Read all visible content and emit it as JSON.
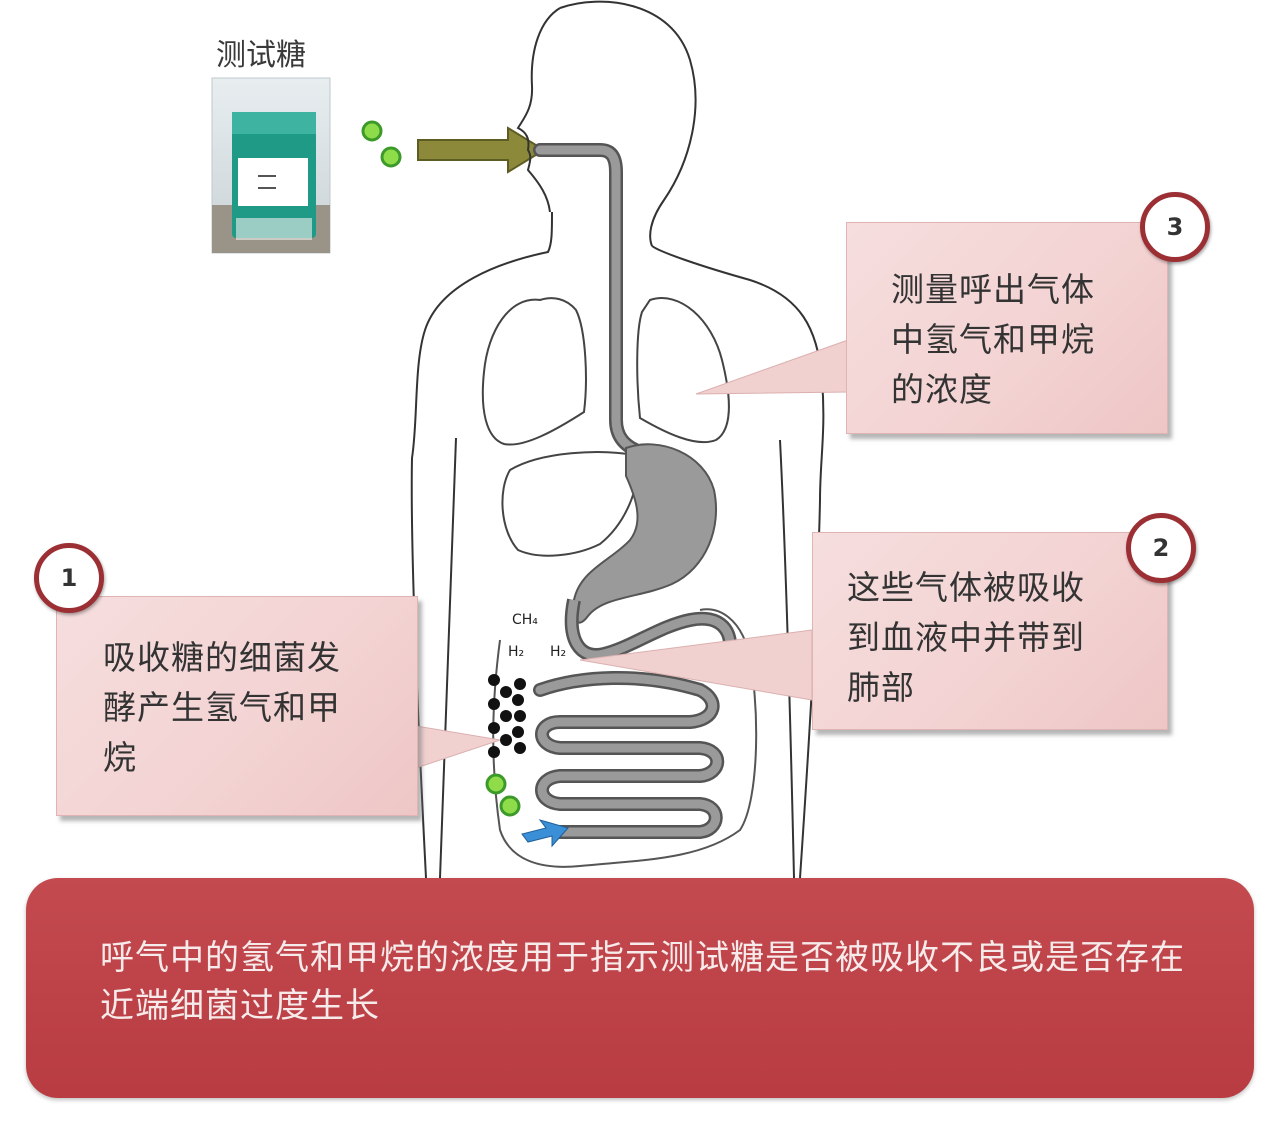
{
  "test_sugar_label": "测试糖",
  "steps": [
    {
      "number": "1",
      "text": "吸收糖的细菌发\n酵产生氢气和甲\n烷"
    },
    {
      "number": "2",
      "text": "这些气体被吸收\n到血液中并带到\n肺部"
    },
    {
      "number": "3",
      "text": "测量呼出气体\n中氢气和甲烷\n的浓度"
    }
  ],
  "gas_labels": {
    "methane": "CH₄",
    "hydrogen_1": "H₂",
    "hydrogen_2": "H₂"
  },
  "conclusion": "呼气中的氢气和甲烷的浓度用于指示测试糖是否被吸收不良或是否存在近端细菌过度生长",
  "colors": {
    "accent": "#b83c42",
    "callout": "#f3d2d2",
    "arrow": "#8c8a3a",
    "bacteria": "#8fdc4a",
    "intestine": "#8a8a8a"
  }
}
